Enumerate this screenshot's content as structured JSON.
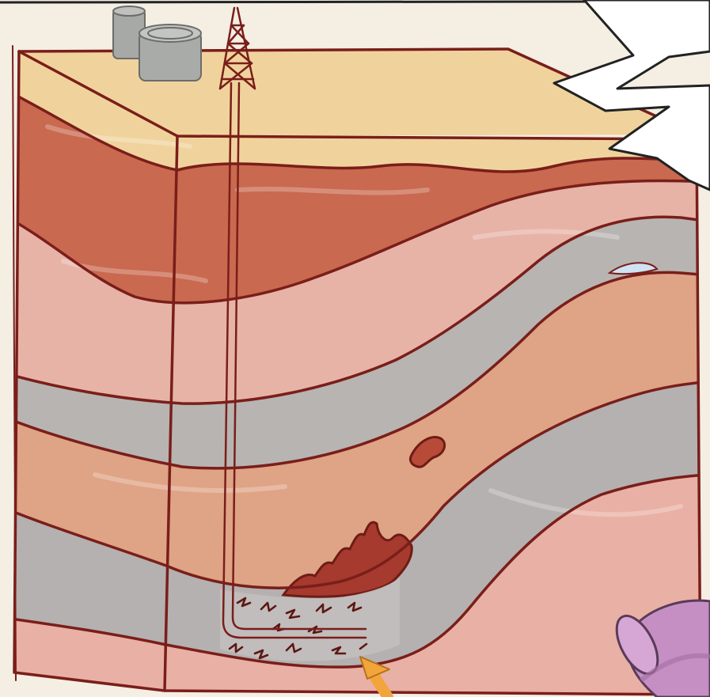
{
  "figure": {
    "subject": "geological-cross-section",
    "layers": [
      {
        "name": "topsoil",
        "color": "#f0d39c"
      },
      {
        "name": "sandstone-upper",
        "color": "#c9694f"
      },
      {
        "name": "shale-pink",
        "color": "#e7b3a7"
      },
      {
        "name": "impermeable-grey-upper",
        "color": "#b8b4b1"
      },
      {
        "name": "sandstone-tan",
        "color": "#dfa386"
      },
      {
        "name": "impermeable-grey-lower",
        "color": "#b4b1b0"
      },
      {
        "name": "bedrock-pink",
        "color": "#e9b0a5"
      }
    ],
    "features": {
      "storage-tanks": {
        "color": "#a7a9a6"
      },
      "derrick": {
        "color": "#7a1e1a"
      },
      "oil-pocket": {
        "color": "#a63a2e"
      },
      "fracture-zone": {
        "color": "#c2bfbe"
      },
      "injection-arrow": {
        "color": "#f2a53a"
      },
      "pipe": {
        "color": "#c58fc4"
      },
      "lightning-bolt": {
        "color": "#ffffff"
      }
    }
  }
}
